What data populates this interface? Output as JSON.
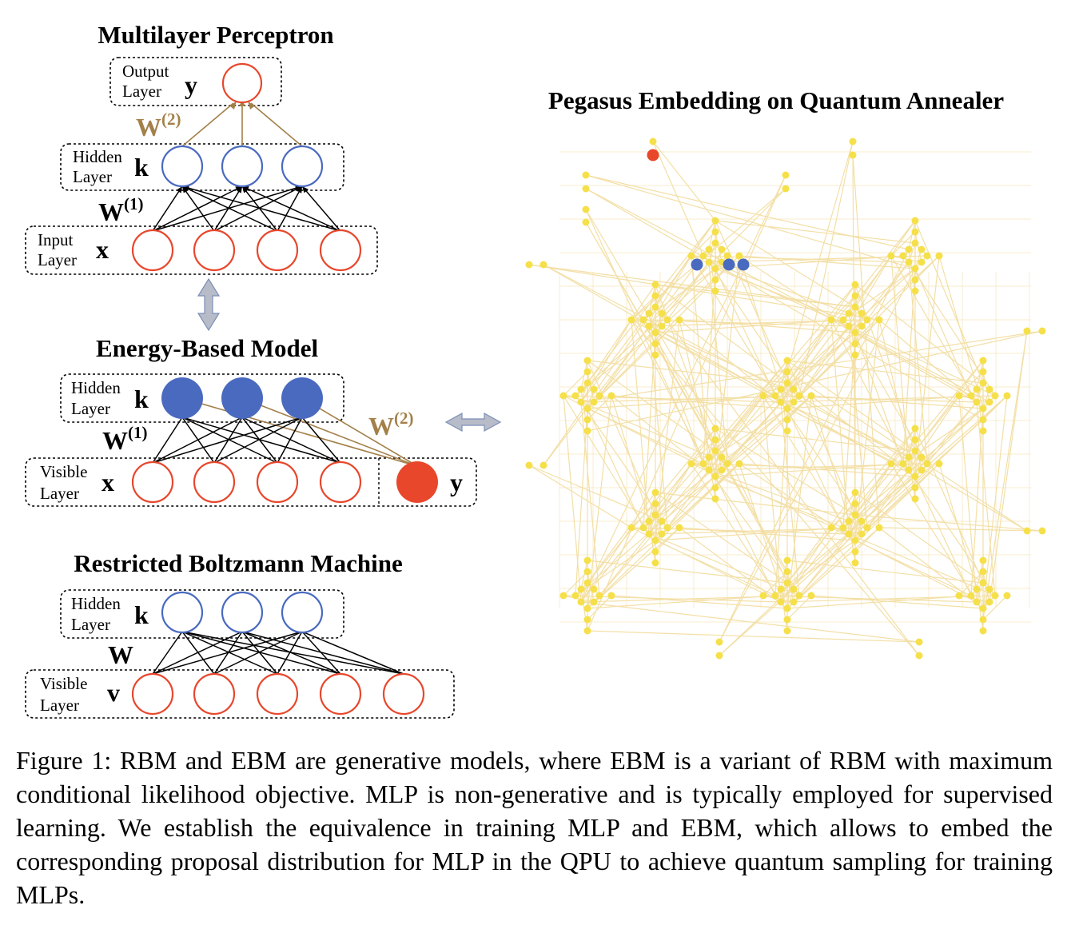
{
  "mlp": {
    "title": "Multilayer Perceptron",
    "output_label_1": "Output",
    "output_label_2": "Layer",
    "output_var": "y",
    "hidden_label_1": "Hidden",
    "hidden_label_2": "Layer",
    "hidden_var": "k",
    "input_label_1": "Input",
    "input_label_2": "Layer",
    "input_var": "x",
    "w1": "W",
    "w1_sup": "(1)",
    "w2": "W",
    "w2_sup": "(2)"
  },
  "ebm": {
    "title": "Energy-Based Model",
    "hidden_label_1": "Hidden",
    "hidden_label_2": "Layer",
    "hidden_var": "k",
    "visible_label_1": "Visible",
    "visible_label_2": "Layer",
    "visible_var": "x",
    "label_var": "y",
    "w1": "W",
    "w1_sup": "(1)",
    "w2": "W",
    "w2_sup": "(2)"
  },
  "rbm": {
    "title": "Restricted Boltzmann Machine",
    "hidden_label_1": "Hidden",
    "hidden_label_2": "Layer",
    "hidden_var": "k",
    "visible_label_1": "Visible",
    "visible_label_2": "Layer",
    "visible_var": "v",
    "w": "W"
  },
  "pegasus": {
    "title": "Pegasus Embedding on Quantum Annealer"
  },
  "colors": {
    "output_node": "#e8472c",
    "hidden_node": "#4a6ac0",
    "weight_gold": "#a3804a",
    "qubit": "#f5e04a",
    "coupler": "#f3dfa6",
    "arrow": "#b8bcc8"
  },
  "caption": "Figure 1: RBM and EBM are generative models, where EBM is a variant of RBM with maximum conditional likelihood objective.  MLP is non-generative and is typically employed for supervised learning. We establish the equivalence in training MLP and EBM, which allows to embed the corresponding proposal distribution for MLP in the QPU to achieve quantum sampling for training MLPs."
}
